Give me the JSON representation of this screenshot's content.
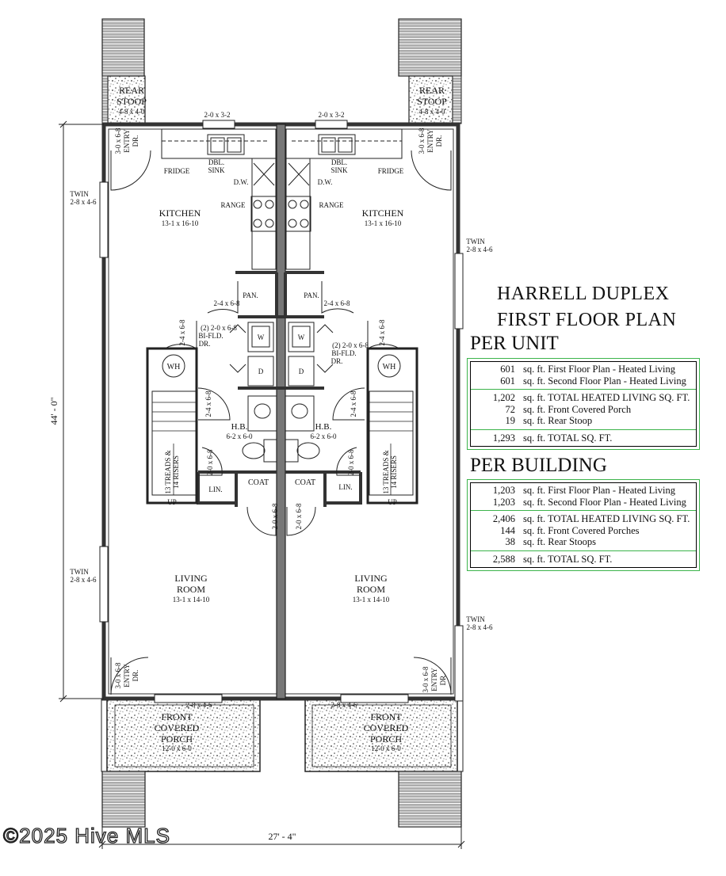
{
  "plan": {
    "rooms": {
      "kitchen_label": "KITCHEN",
      "kitchen_size": "13-1 x 16-10",
      "living_label_1": "LIVING",
      "living_label_2": "ROOM",
      "living_size": "13-1 x 14-10",
      "hb_label": "H.B.",
      "hb_size": "6-2 x 6-0",
      "rear_stoop_1": "REAR",
      "rear_stoop_2": "STOOP",
      "rear_stoop_size": "4-8 x 4-0",
      "porch_1": "FRONT",
      "porch_2": "COVERED",
      "porch_3": "PORCH",
      "porch_size": "12-0 x 6-0",
      "coat": "COAT",
      "lin": "LIN.",
      "pan": "PAN.",
      "up": "UP"
    },
    "fixtures": {
      "fridge": "FRIDGE",
      "dbl": "DBL.",
      "sink": "SINK",
      "dw": "D.W.",
      "range": "RANGE",
      "wh": "WH",
      "w": "W",
      "d": "D"
    },
    "windows": {
      "twin": "TWIN",
      "twin_size": "2-8 x 4-6",
      "kitchen_window": "2-0 x 3-2",
      "porch_window": "2-8 x 4-6"
    },
    "doors": {
      "entry_size": "3-0 x 6-8",
      "entry_1": "ENTRY",
      "entry_2": "DR.",
      "pan_door": "2-4 x 6-8",
      "closet_door": "2-4 x 6-8",
      "bath_door": "2-4 x 6-8",
      "bifold_1": "(2) 2-0 x 6-8",
      "bifold_2": "BI-FLD.",
      "bifold_3": "DR.",
      "lin_door": "2-0 x 6-8",
      "coat_door": "2-0 x 6-8"
    },
    "stairs": {
      "treads": "13 TREADS &",
      "risers": "14 RISERS"
    },
    "dimensions": {
      "depth": "44' - 0\"",
      "width": "27' - 4\""
    }
  },
  "titles": {
    "line1": "HARRELL DUPLEX",
    "line2": "FIRST FLOOR PLAN"
  },
  "per_unit": {
    "heading": "PER UNIT",
    "rows": [
      {
        "num": "601",
        "desc": "sq. ft. First Floor Plan - Heated Living"
      },
      {
        "num": "601",
        "desc": "sq. ft. Second Floor Plan - Heated Living"
      },
      {
        "num": "1,202",
        "desc": "sq. ft. TOTAL HEATED LIVING SQ. FT."
      },
      {
        "num": "72",
        "desc": "sq. ft. Front Covered Porch"
      },
      {
        "num": "19",
        "desc": "sq. ft. Rear Stoop"
      },
      {
        "num": "1,293",
        "desc": "sq. ft. TOTAL SQ. FT."
      }
    ]
  },
  "per_building": {
    "heading": "PER BUILDING",
    "rows": [
      {
        "num": "1,203",
        "desc": "sq. ft. First Floor Plan - Heated Living"
      },
      {
        "num": "1,203",
        "desc": "sq. ft. Second Floor Plan - Heated Living"
      },
      {
        "num": "2,406",
        "desc": "sq. ft. TOTAL HEATED LIVING SQ. FT."
      },
      {
        "num": "144",
        "desc": "sq. ft. Front Covered Porches"
      },
      {
        "num": "38",
        "desc": "sq. ft. Rear Stoops"
      },
      {
        "num": "2,588",
        "desc": "sq. ft. TOTAL SQ. FT."
      }
    ]
  },
  "watermark": "©2025 Hive MLS"
}
